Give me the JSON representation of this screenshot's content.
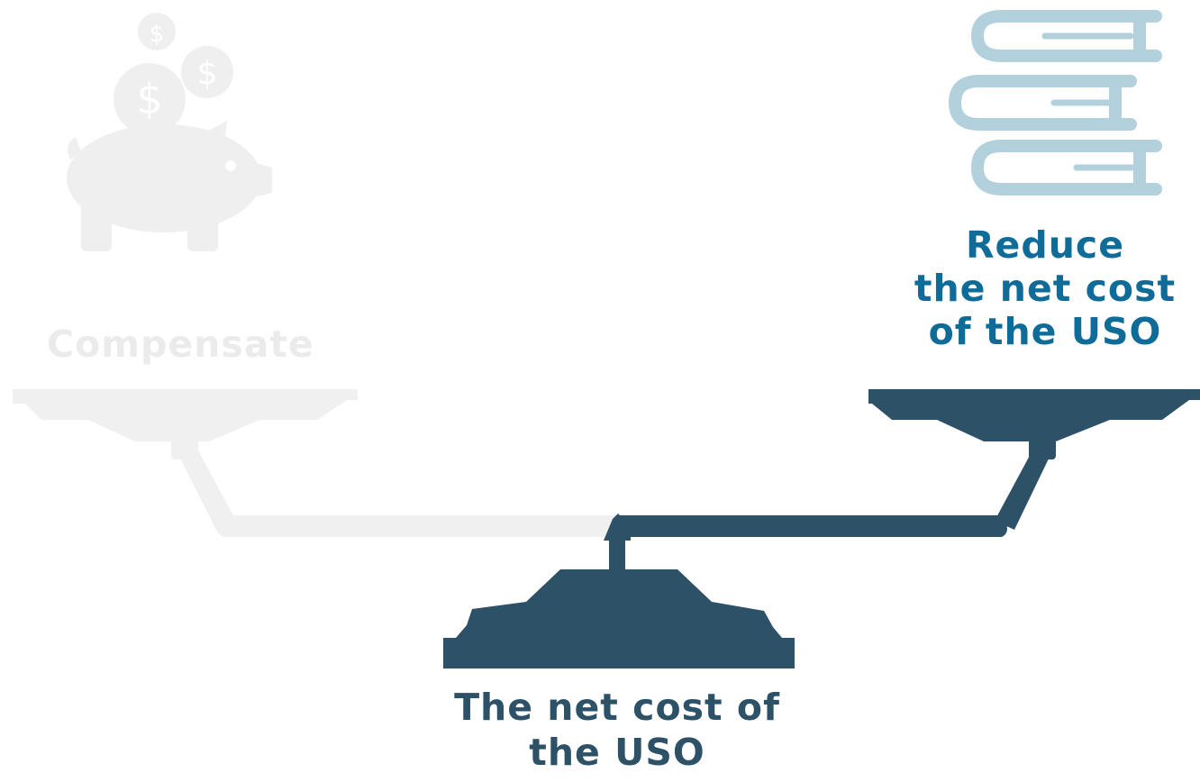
{
  "left_side": {
    "label": "Compensate",
    "icon": "piggy-bank-icon",
    "color": "#ebebeb",
    "active": false
  },
  "right_side": {
    "label_lines": [
      "Reduce",
      "the net cost",
      "of the USO"
    ],
    "icon": "books-icon",
    "color": "#0f6b97",
    "icon_color": "#b2d1dc",
    "active": true
  },
  "base": {
    "label_lines": [
      "The net cost of",
      "the USO"
    ],
    "color": "#2d5166"
  },
  "colors": {
    "inactive": "#f0f0f0",
    "active": "#2d5166"
  }
}
